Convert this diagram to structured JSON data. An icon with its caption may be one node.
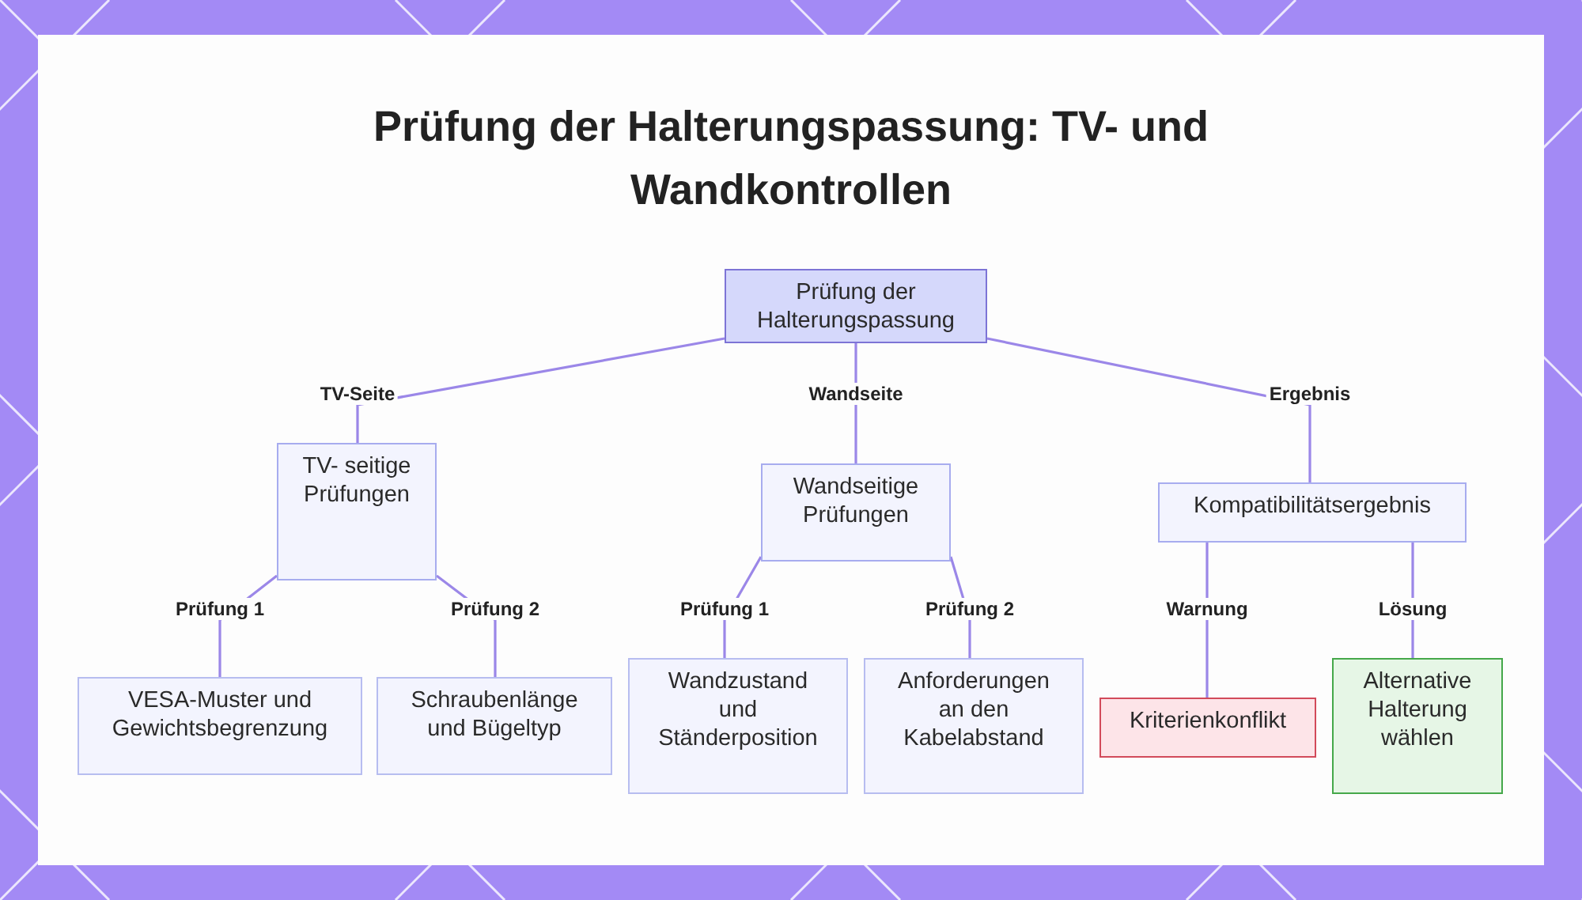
{
  "diagram": {
    "title": "Prüfung der Halterungspassung: TV- und Wandkontrollen",
    "nodes": [
      {
        "text": [
          "Prüfung der Halterungspassung"
        ]
      },
      {
        "text": [
          "TV- seitige Prüfungen"
        ]
      },
      {
        "text": [
          "Wandseitige Prüfungen"
        ]
      },
      {
        "text": [
          "Kompatibilitätsergebnis"
        ]
      },
      {
        "text": [
          "VESA-Muster und Gewichtsbegrenzung"
        ]
      },
      {
        "text": [
          "Schraubenlänge und Bügeltyp"
        ]
      },
      {
        "text": [
          "Wandzustand und Ständerposition"
        ]
      },
      {
        "text": [
          "Anforderungen an den Kabelabstand"
        ]
      },
      {
        "text": [
          "Kriterienkonflikt"
        ]
      },
      {
        "text": [
          "Alternative Halterung wählen"
        ]
      }
    ],
    "edges": [
      {
        "from": 0,
        "to": 1,
        "arrow": "none",
        "label": "TV-Seite"
      },
      {
        "from": 0,
        "to": 2,
        "arrow": "none",
        "label": "Wandseite"
      },
      {
        "from": 0,
        "to": 3,
        "arrow": "none",
        "label": "Ergebnis"
      },
      {
        "from": 1,
        "to": 4,
        "arrow": "none",
        "label": "Prüfung 1"
      },
      {
        "from": 1,
        "to": 5,
        "arrow": "none",
        "label": "Prüfung 2"
      },
      {
        "from": 2,
        "to": 6,
        "arrow": "none",
        "label": "Prüfung 1"
      },
      {
        "from": 2,
        "to": 7,
        "arrow": "none",
        "label": "Prüfung 2"
      },
      {
        "from": 3,
        "to": 8,
        "arrow": "none",
        "label": "Warnung"
      },
      {
        "from": 3,
        "to": 9,
        "arrow": "none",
        "label": "Lösung"
      }
    ]
  }
}
